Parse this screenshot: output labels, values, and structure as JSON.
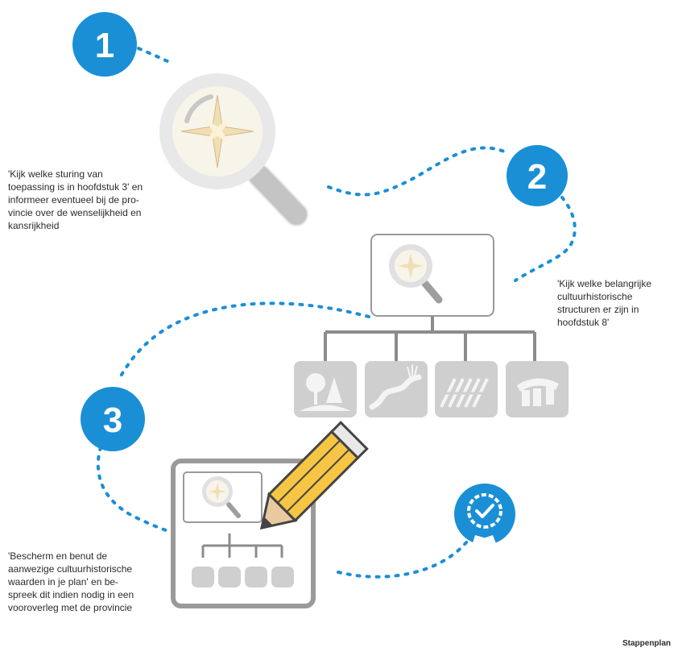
{
  "steps": [
    {
      "number": "1",
      "text": "'Kijk welke sturing van\ntoepassing is in hoofdstuk 3' en\ninformeer eventueel bij de pro-\nvincie over de wenselijkheid en\nkansrijkheid"
    },
    {
      "number": "2",
      "text": "'Kijk welke belangrijke\ncultuurhistorische\nstructuren er zijn in\nhoofdstuk 8'"
    },
    {
      "number": "3",
      "text": "'Bescherm en benut de\naanwezige cultuurhistorische\nwaarden in je plan' en be-\nspreek dit indien nodig in een\nvooroverleg met de provincie"
    }
  ],
  "footer": {
    "label": "Stappenplan"
  },
  "colors": {
    "accent_blue": "#1a8fd6",
    "icon_gray": "#cfcfcf",
    "pencil_yellow": "#f6c544"
  },
  "icons": [
    "magnifier-compass-icon",
    "tree-landscape-icon",
    "river-landscape-icon",
    "field-rows-icon",
    "dolmen-icon",
    "pencil-icon",
    "approval-badge-icon"
  ]
}
